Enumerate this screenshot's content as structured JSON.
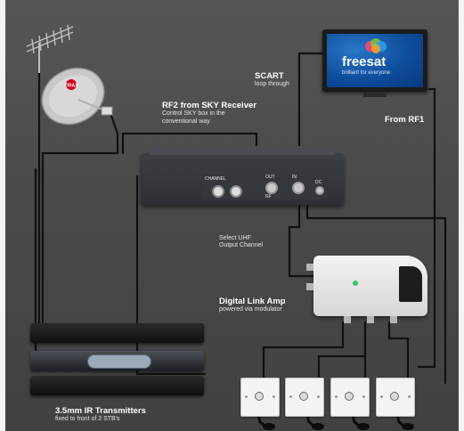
{
  "labels": {
    "scart": {
      "title": "SCART",
      "sub": "loop through"
    },
    "rf2": {
      "title": "RF2 from SKY Receiver",
      "line1": "Control SKY box in the",
      "line2": "conventional way"
    },
    "rf1": {
      "title": "From RF1"
    },
    "uhf": {
      "line1": "Select UHF",
      "line2": "Output Channel"
    },
    "amp": {
      "title": "Digital Link Amp",
      "sub": "powered via modulator"
    },
    "ir": {
      "title": "3.5mm IR Transmitters",
      "sub": "fixed to front of 2 STB's"
    }
  },
  "tv": {
    "brand": "freesat",
    "tagline": "brilliant for everyone"
  },
  "dish": {
    "brand": "TRIAX"
  },
  "modulator": {
    "channel_label": "CHANNEL",
    "out_label": "OUT",
    "in_label": "IN",
    "rf_label": "RF",
    "dc_label": "DC"
  },
  "colors": {
    "background": "#4a4a4a",
    "cable": "#111111",
    "label_text": "#ffffff",
    "freesat_blue": "#0e4d9c"
  },
  "icons": {
    "antenna": "tv-aerial-icon",
    "dish": "satellite-dish-icon",
    "tv": "television-icon",
    "modulator": "rf-modulator-icon",
    "amp": "distribution-amplifier-icon",
    "receiver": "set-top-box-icon",
    "outlet": "wall-socket-icon",
    "ir": "ir-emitter-icon"
  }
}
